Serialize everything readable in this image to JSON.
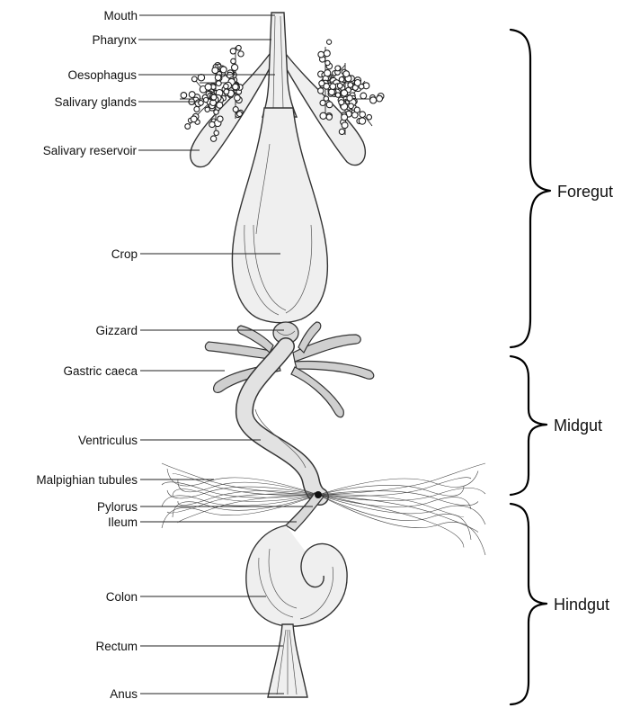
{
  "labels": {
    "mouth": "Mouth",
    "pharynx": "Pharynx",
    "oesophagus": "Oesophagus",
    "salivary_glands": "Salivary glands",
    "salivary_reservoir": "Salivary reservoir",
    "crop": "Crop",
    "gizzard": "Gizzard",
    "gastric_caeca": "Gastric caeca",
    "ventriculus": "Ventriculus",
    "malpighian_tubules": "Malpighian tubules",
    "pylorus": "Pylorus",
    "ileum": "Ileum",
    "colon": "Colon",
    "rectum": "Rectum",
    "anus": "Anus"
  },
  "regions": {
    "foregut": "Foregut",
    "midgut": "Midgut",
    "hindgut": "Hindgut"
  }
}
